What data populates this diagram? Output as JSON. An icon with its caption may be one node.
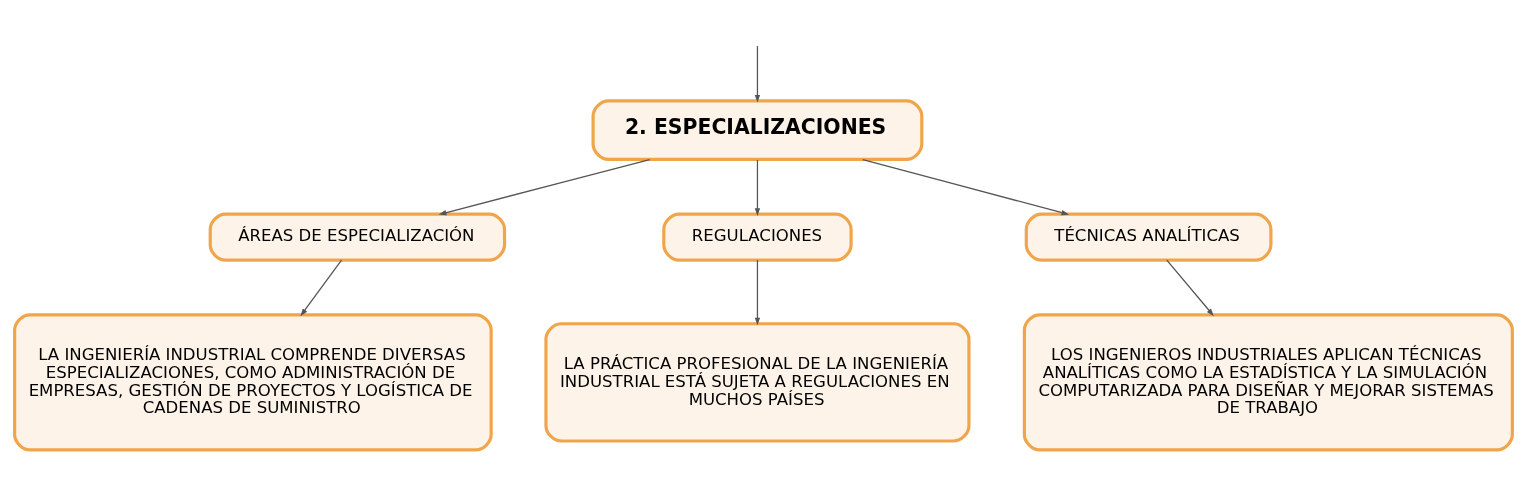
{
  "diagram": {
    "nodes": [
      {
        "text": [
          "2. ESPECIALIZACIONES"
        ]
      },
      {
        "text": [
          "ÁREAS DE ESPECIALIZACIÓN"
        ]
      },
      {
        "text": [
          "REGULACIONES"
        ]
      },
      {
        "text": [
          "TÉCNICAS ANALÍTICAS"
        ]
      },
      {
        "text": [
          "LA INGENIERÍA INDUSTRIAL COMPRENDE DIVERSAS ESPECIALIZACIONES, COMO ADMINISTRACIÓN DE EMPRESAS, GESTIÓN DE PROYECTOS Y LOGÍSTICA DE CADENAS DE SUMINISTRO"
        ]
      },
      {
        "text": [
          "LA PRÁCTICA PROFESIONAL DE LA INGENIERÍA INDUSTRIAL ESTÁ SUJETA A REGULACIONES EN MUCHOS PAÍSES"
        ]
      },
      {
        "text": [
          "LOS INGENIEROS INDUSTRIALES APLICAN TÉCNICAS ANALÍTICAS COMO LA ESTADÍSTICA Y LA SIMULACIÓN COMPUTARIZADA PARA DISEÑAR Y MEJORAR SISTEMAS DE TRABAJO"
        ]
      }
    ],
    "edges": [
      {
        "from": null,
        "to": 0,
        "arrow": "to"
      },
      {
        "from": 0,
        "to": 1,
        "arrow": "to"
      },
      {
        "from": 0,
        "to": 2,
        "arrow": "to"
      },
      {
        "from": 0,
        "to": 3,
        "arrow": "to"
      },
      {
        "from": 1,
        "to": 4,
        "arrow": "to"
      },
      {
        "from": 2,
        "to": 5,
        "arrow": "to"
      },
      {
        "from": 3,
        "to": 6,
        "arrow": "to"
      }
    ]
  }
}
